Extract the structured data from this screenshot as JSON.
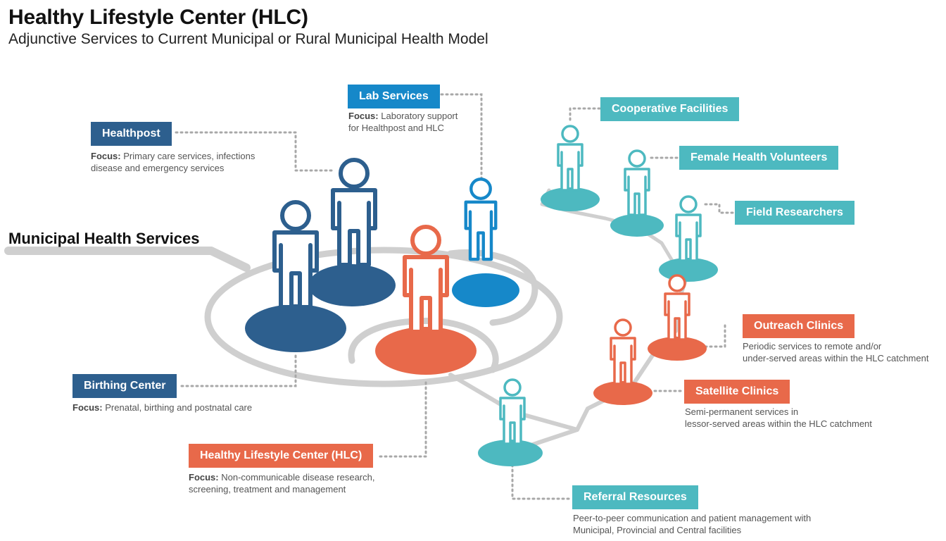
{
  "header": {
    "title": "Healthy Lifestyle Center (HLC)",
    "subtitle": "Adjunctive Services to Current Municipal or Rural Municipal Health Model"
  },
  "section_heading": "Municipal Health Services",
  "focus_label": "Focus:",
  "colors": {
    "navy": "#2d5f8e",
    "blue": "#1688c9",
    "teal": "#4db9c0",
    "orange": "#e8694a",
    "path_gray": "#cfcfcf",
    "dot_gray": "#a8a8a8"
  },
  "nodes": {
    "healthpost": {
      "label": "Healthpost",
      "desc_lines": [
        "Primary care services, infections",
        "disease and emergency services"
      ]
    },
    "lab_services": {
      "label": "Lab Services",
      "desc_lines": [
        "Laboratory support",
        "for Healthpost and HLC"
      ]
    },
    "cooperative_facilities": {
      "label": "Cooperative Facilities"
    },
    "female_health_volunteers": {
      "label": "Female Health Volunteers"
    },
    "field_researchers": {
      "label": "Field Researchers"
    },
    "outreach_clinics": {
      "label": "Outreach Clinics",
      "desc_lines": [
        "Periodic services to remote and/or",
        "under-served areas within the HLC catchment"
      ]
    },
    "satellite_clinics": {
      "label": "Satellite Clinics",
      "desc_lines": [
        "Semi-permanent services in",
        "lessor-served areas within the HLC catchment"
      ]
    },
    "birthing_center": {
      "label": "Birthing Center",
      "desc_lines": [
        "Prenatal, birthing and postnatal care"
      ]
    },
    "hlc": {
      "label": "Healthy Lifestyle Center (HLC)",
      "desc_lines": [
        "Non-communicable disease research,",
        "screening, treatment and management"
      ]
    },
    "referral_resources": {
      "label": "Referral Resources",
      "desc_lines": [
        "Peer-to-peer communication and patient management with",
        "Municipal, Provincial and Central facilities"
      ]
    }
  }
}
